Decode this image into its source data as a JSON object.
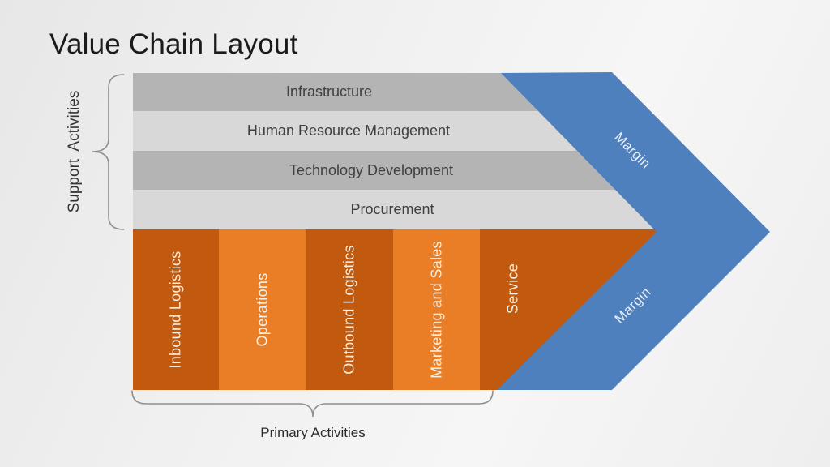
{
  "title": "Value Chain Layout",
  "support_activities": {
    "label": "Support Activities",
    "rows": [
      {
        "label": "Infrastructure"
      },
      {
        "label": "Human Resource Management"
      },
      {
        "label": "Technology Development"
      },
      {
        "label": "Procurement"
      }
    ]
  },
  "primary_activities": {
    "label": "Primary Activities",
    "columns": [
      {
        "label": "Inbound Logistics"
      },
      {
        "label": "Operations"
      },
      {
        "label": "Outbound Logistics"
      },
      {
        "label": "Marketing and Sales"
      },
      {
        "label": "Service"
      }
    ]
  },
  "margin": {
    "upper": "Margin",
    "lower": "Margin"
  },
  "colors": {
    "row_dark_gray": "#b4b4b4",
    "row_light_gray": "#d8d8d8",
    "column_dark_orange": "#c1590f",
    "column_light_orange": "#e97e27",
    "arrow_blue": "#4e80bd",
    "background": "#efefef",
    "title_text": "#1b1b1b",
    "row_text": "#3f3f3f",
    "column_text": "#f8f0e4",
    "brace_stroke": "#8f8f8f"
  }
}
